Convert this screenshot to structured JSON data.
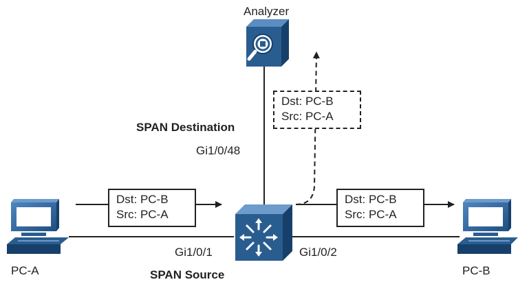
{
  "devices": {
    "analyzer": "Analyzer",
    "pc_a": "PC-A",
    "pc_b": "PC-B"
  },
  "ports": {
    "gi48": "Gi1/0/48",
    "gi1": "Gi1/0/1",
    "gi2": "Gi1/0/2"
  },
  "roles": {
    "span_destination": "SPAN Destination",
    "span_source": "SPAN Source"
  },
  "packets": {
    "left": {
      "dst": "Dst: PC-B",
      "src": "Src: PC-A"
    },
    "right": {
      "dst": "Dst: PC-B",
      "src": "Src: PC-A"
    },
    "mirrored": {
      "dst": "Dst: PC-B",
      "src": "Src: PC-A"
    }
  },
  "colors": {
    "device_blue": "#2a5d8f",
    "device_blue_dark": "#16406a",
    "line": "#231f20"
  }
}
